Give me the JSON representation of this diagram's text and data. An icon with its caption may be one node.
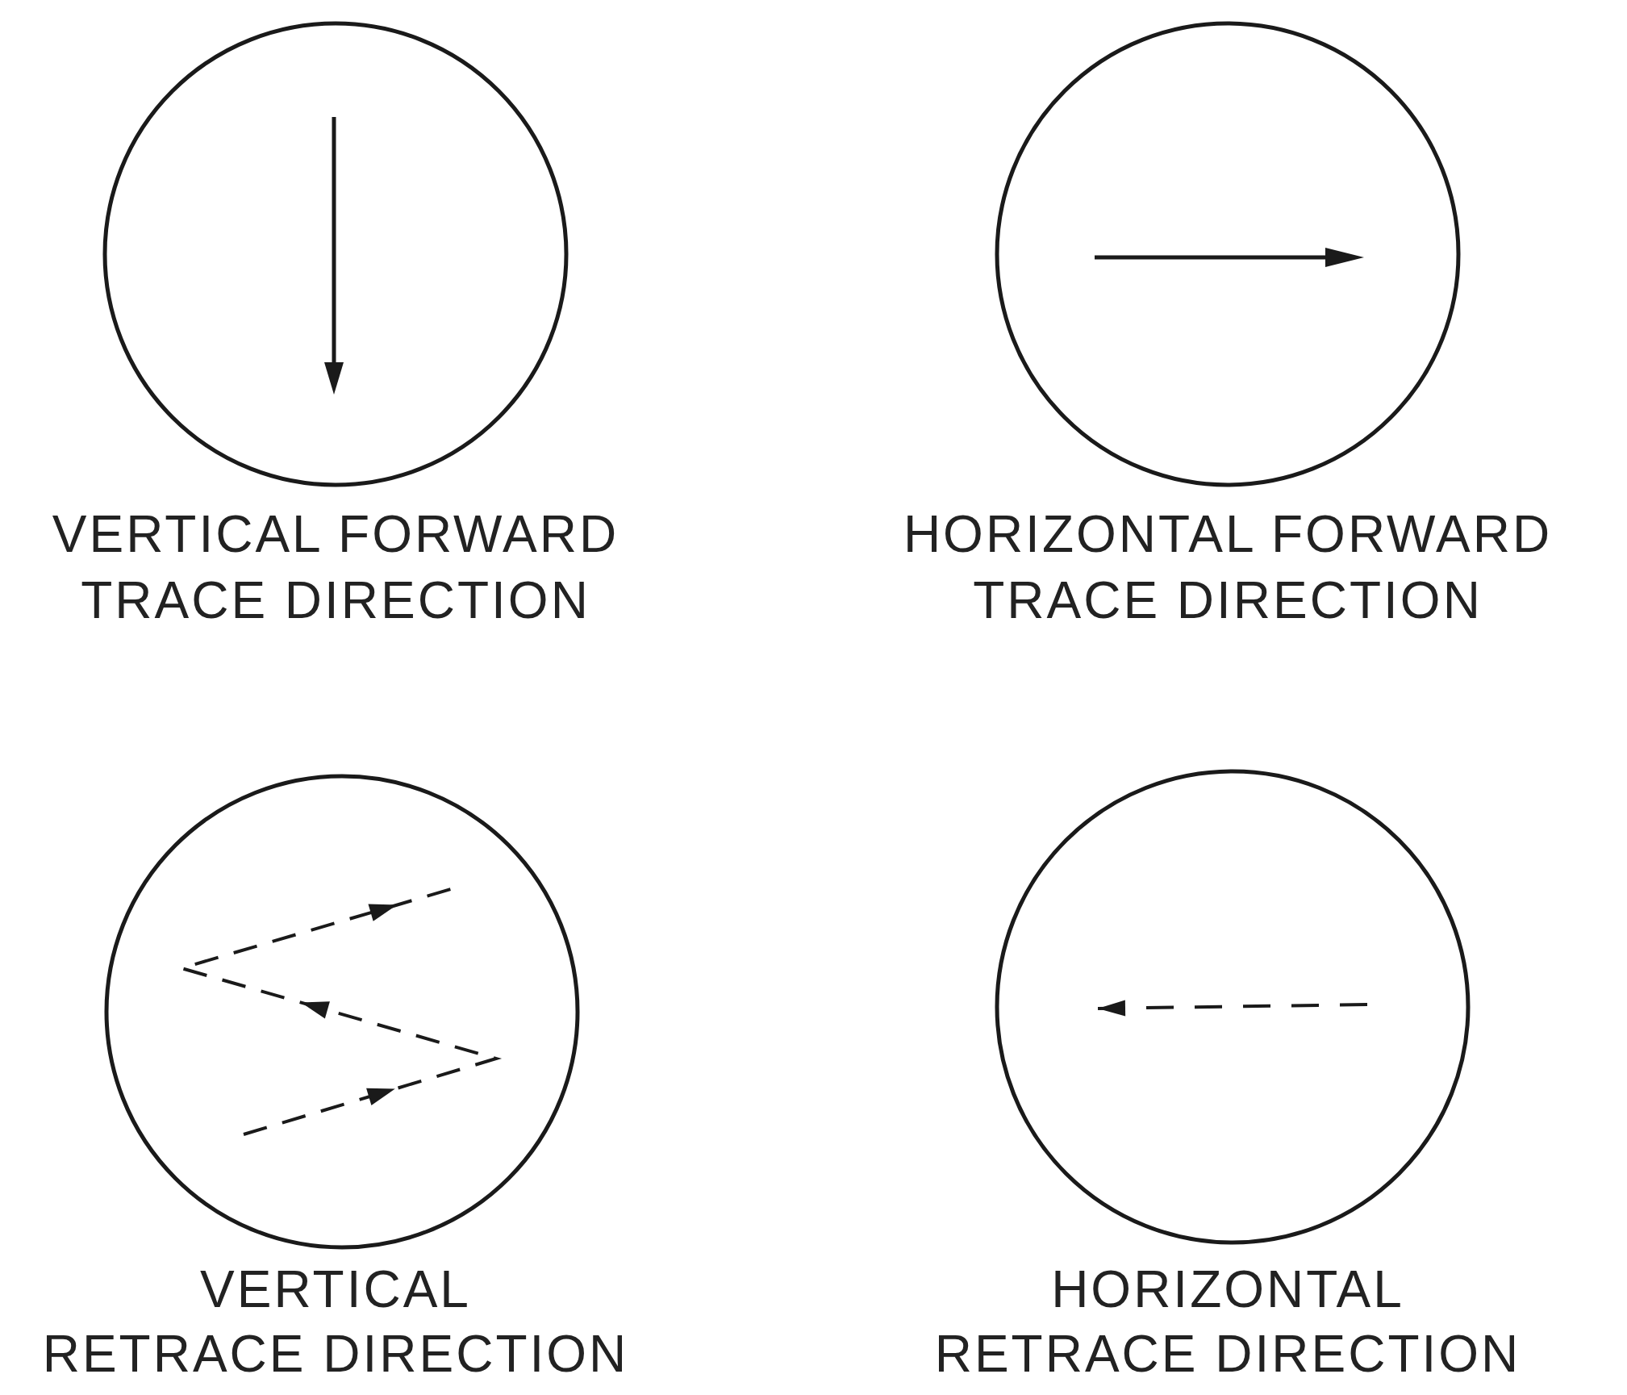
{
  "diagram": {
    "labels": [
      "VERTICAL FORWARD",
      "TRACE DIRECTION",
      "HORIZONTAL FORWARD",
      "TRACE DIRECTION",
      "VERTICAL",
      "RETRACE DIRECTION",
      "HORIZONTAL",
      "RETRACE DIRECTION"
    ]
  }
}
